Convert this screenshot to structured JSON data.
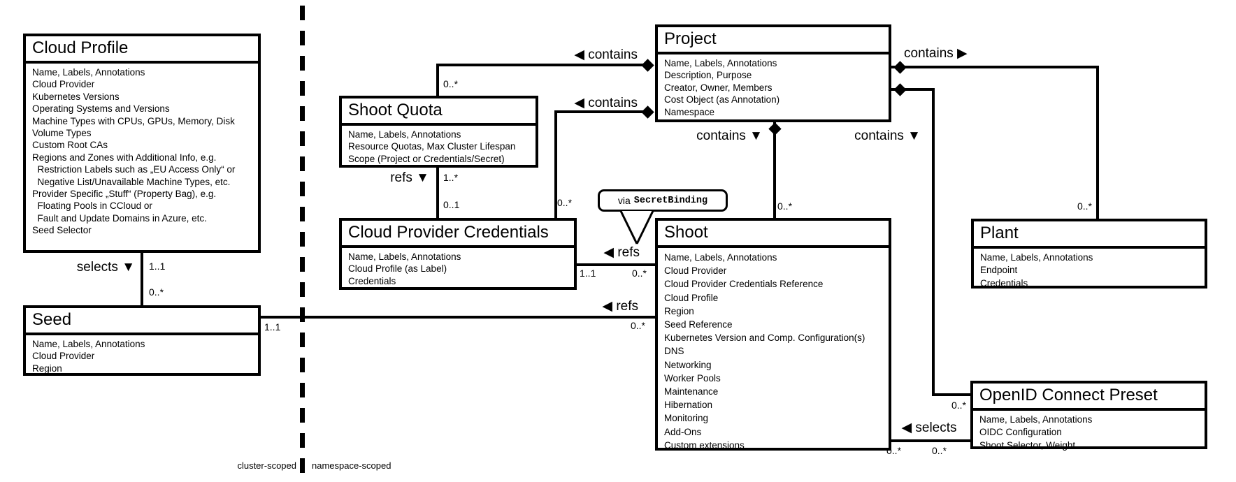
{
  "scope": {
    "left": "cluster-scoped",
    "right": "namespace-scoped"
  },
  "callout": {
    "prefix": "via",
    "code": "SecretBinding"
  },
  "entities": {
    "cloud_profile": {
      "title": "Cloud Profile",
      "attributes": [
        "Name, Labels, Annotations",
        "Cloud Provider",
        "Kubernetes Versions",
        "Operating Systems and Versions",
        "Machine Types with CPUs, GPUs, Memory, Disk",
        "Volume Types",
        "Custom Root CAs",
        "Regions and Zones with Additional Info, e.g.",
        "  Restriction Labels such as „EU Access Only“ or",
        "  Negative List/Unavailable Machine Types, etc.",
        "Provider Specific „Stuff“ (Property Bag), e.g.",
        "  Floating Pools in CCloud or",
        "  Fault and Update Domains in Azure, etc.",
        "Seed Selector"
      ]
    },
    "seed": {
      "title": "Seed",
      "attributes": [
        "Name, Labels, Annotations",
        "Cloud Provider",
        "Region"
      ]
    },
    "shoot_quota": {
      "title": "Shoot Quota",
      "attributes": [
        "Name, Labels, Annotations",
        "Resource Quotas, Max Cluster Lifespan",
        "Scope (Project or Credentials/Secret)"
      ]
    },
    "cloud_provider_credentials": {
      "title": "Cloud Provider Credentials",
      "attributes": [
        "Name, Labels, Annotations",
        "Cloud Profile (as Label)",
        "Credentials"
      ]
    },
    "project": {
      "title": "Project",
      "attributes": [
        "Name, Labels, Annotations",
        "Description, Purpose",
        "Creator, Owner, Members",
        "Cost Object (as Annotation)",
        "Namespace"
      ]
    },
    "shoot": {
      "title": "Shoot",
      "attributes": [
        "Name, Labels, Annotations",
        "Cloud Provider",
        "Cloud Provider Credentials Reference",
        "Cloud Profile",
        "Region",
        "Seed Reference",
        "Kubernetes Version and Comp. Configuration(s)",
        "DNS",
        "Networking",
        "Worker Pools",
        "Maintenance",
        "Hibernation",
        "Monitoring",
        "Add-Ons",
        "Custom extensions"
      ]
    },
    "plant": {
      "title": "Plant",
      "attributes": [
        "Name, Labels, Annotations",
        "Endpoint",
        "Credentials"
      ]
    },
    "oidc_preset": {
      "title": "OpenID Connect Preset",
      "attributes": [
        "Name, Labels, Annotations",
        "OIDC Configuration",
        "Shoot Selector, Weight"
      ]
    }
  },
  "relationships": {
    "cloudprofile_seed": {
      "label": "selects ▼",
      "m_top": "1..1",
      "m_bottom": "0..*"
    },
    "quota_credentials": {
      "label": "refs ▼",
      "m_top": "1..*",
      "m_bottom": "0..1"
    },
    "project_quota": {
      "label": "◀ contains",
      "m": "0..*"
    },
    "project_credentials": {
      "label": "◀ contains",
      "m": "0..*"
    },
    "project_shoot": {
      "label": "contains ▼",
      "m": "0..*"
    },
    "project_plant": {
      "label": "contains ▶",
      "m": "0..*"
    },
    "project_oidc": {
      "label": "contains ▼",
      "m": "0..*"
    },
    "shoot_credentials": {
      "label": "◀ refs",
      "m_left": "1..1",
      "m_right": "0..*"
    },
    "shoot_seed": {
      "label": "◀ refs",
      "m_left": "1..1",
      "m_right": "0..*"
    },
    "shoot_oidc": {
      "label": "◀ selects",
      "m_left": "0..*",
      "m_right": "0..*"
    }
  }
}
